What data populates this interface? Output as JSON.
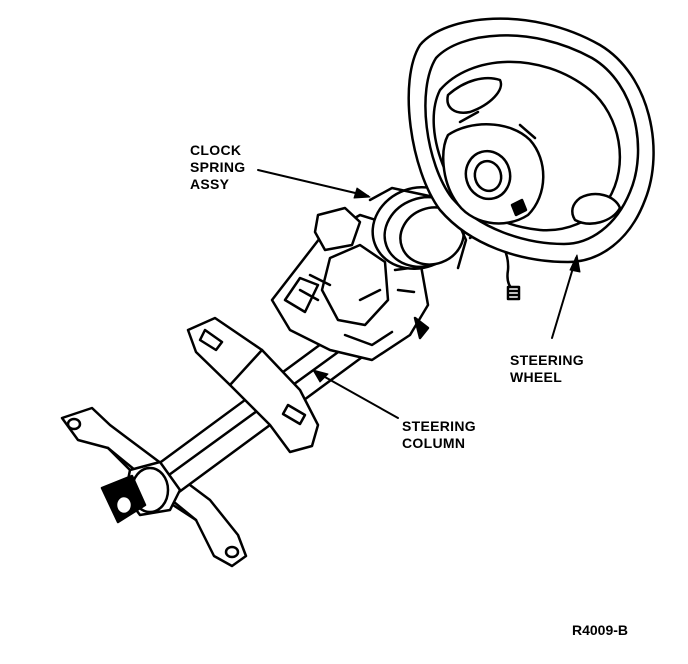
{
  "labels": {
    "clock_spring": [
      "CLOCK",
      "SPRING",
      "ASSY"
    ],
    "steering_wheel": [
      "STEERING",
      "WHEEL"
    ],
    "steering_column": [
      "STEERING",
      "COLUMN"
    ]
  },
  "figure_id": "R4009-B",
  "colors": {
    "ink": "#000000",
    "paper": "#ffffff"
  }
}
